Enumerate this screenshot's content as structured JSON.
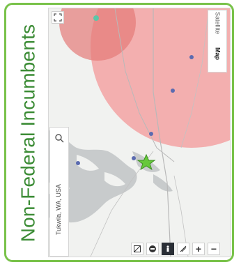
{
  "title": "Non-Federal Incumbents",
  "search": {
    "value": "Tukwila, WA, USA"
  },
  "map_type": {
    "map_label": "Map",
    "satellite_label": "Satellite"
  },
  "controls": {
    "zoom_in": "+",
    "zoom_out": "−"
  },
  "icons": {
    "search": "search-icon",
    "fullscreen": "fullscreen-icon",
    "marker": "star-marker-icon"
  },
  "colors": {
    "border": "#79c24a",
    "title": "#3c8c36",
    "coverage_fill": "#f3a3a3",
    "coverage_core": "#e47a78",
    "marker": "#66c83a"
  }
}
